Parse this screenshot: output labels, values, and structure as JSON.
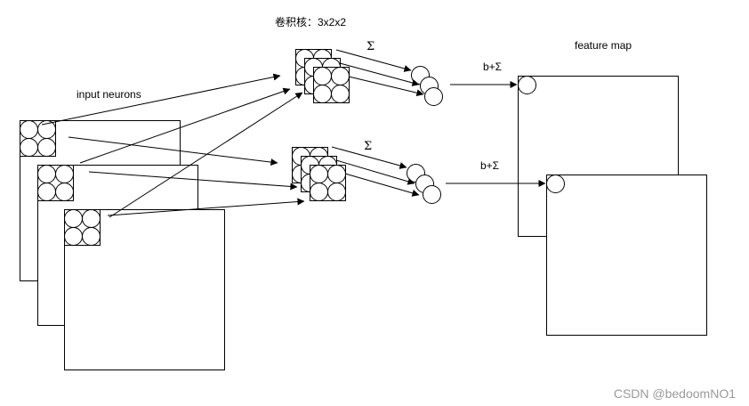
{
  "labels": {
    "kernel": "卷积核：3x2x2",
    "sum_top": "Σ",
    "sum_bottom": "Σ",
    "bias_top": "b+Σ",
    "bias_bottom": "b+Σ",
    "feature_map": "feature map",
    "input": "input neurons"
  },
  "watermark": "CSDN @bedoomNO1",
  "colors": {
    "stroke": "#000000",
    "background": "#ffffff",
    "watermark": "#9a9a9a"
  }
}
